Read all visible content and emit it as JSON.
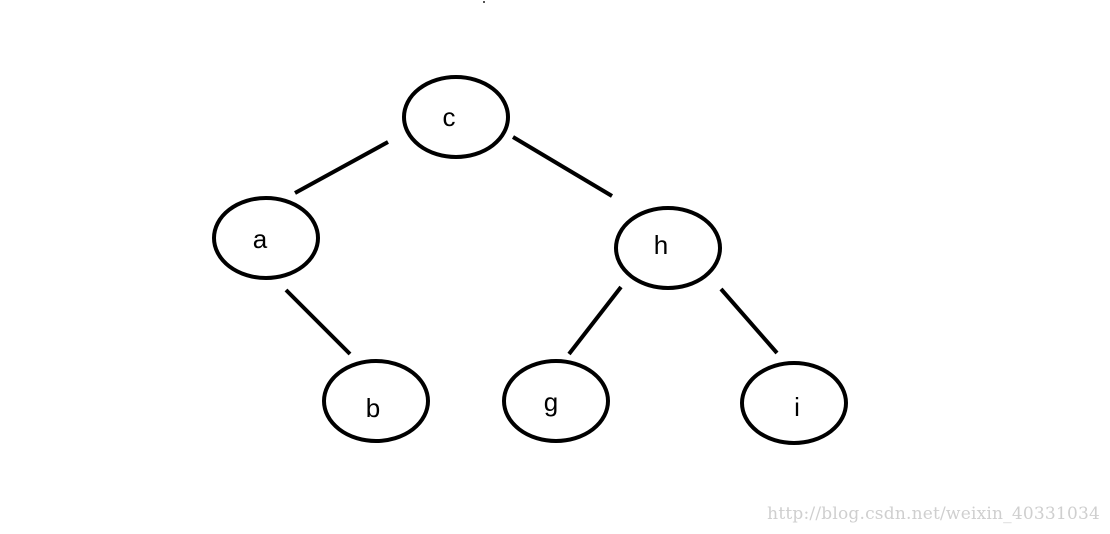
{
  "diagram": {
    "nodes": [
      {
        "id": "c",
        "label": "c"
      },
      {
        "id": "a",
        "label": "a"
      },
      {
        "id": "h",
        "label": "h"
      },
      {
        "id": "b",
        "label": "b"
      },
      {
        "id": "g",
        "label": "g"
      },
      {
        "id": "i",
        "label": "i"
      }
    ],
    "edges": [
      {
        "from": "c",
        "to": "a"
      },
      {
        "from": "c",
        "to": "h"
      },
      {
        "from": "a",
        "to": "b"
      },
      {
        "from": "h",
        "to": "g"
      },
      {
        "from": "h",
        "to": "i"
      }
    ]
  },
  "watermark": "http://blog.csdn.net/weixin_40331034",
  "colors": {
    "stroke": "#000000",
    "background": "#ffffff",
    "watermark": "#cfcfcf"
  }
}
